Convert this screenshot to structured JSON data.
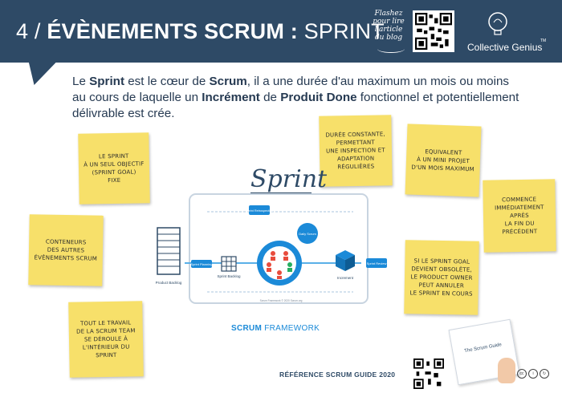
{
  "header": {
    "title_prefix": "4 / ",
    "title_bold": "ÉVÈNEMENTS SCRUM : ",
    "title_rest": "SPRINT",
    "flash_line1": "Flashez",
    "flash_line2": "pour lire",
    "flash_line3": "l'article",
    "flash_line4": "du blog",
    "brand": "Collective Genius",
    "brand_tm": "TM"
  },
  "intro": {
    "p1": "Le ",
    "b1": "Sprint",
    "p2": " est le cœur de ",
    "b2": "Scrum",
    "p3": ", il a une durée d'au maximum un mois ou moins au cours de laquelle un ",
    "b3": "Incrément",
    "p4": " de ",
    "b4": "Produit Done",
    "p5": " fonctionnel et potentiellement délivrable est crée."
  },
  "notes": {
    "goal": [
      "Le sprint",
      "à un seul objectif",
      "(sprint goal)",
      "fixe"
    ],
    "containers": [
      "Conteneurs",
      "des autres",
      "évènements Scrum"
    ],
    "work": [
      "Tout le travail",
      "de la Scrum Team",
      "se déroule à",
      "l'intérieur du sprint"
    ],
    "duration": [
      "Durée constante,",
      "permettant",
      "une inspection et",
      "adaptation régulières"
    ],
    "project": [
      "Equivalent",
      "à un mini projet",
      "d'un mois maximum"
    ],
    "start": [
      "Commence",
      "immédiatement après",
      "la fin du précédent"
    ],
    "cancel": [
      "Si le sprint goal",
      "devient obsolète,",
      "le product owner",
      "peut annuler",
      "le sprint en cours"
    ]
  },
  "diagram": {
    "heading": "Sprint",
    "retro": "Sprint Retrospective",
    "daily": "Daily Scrum",
    "planning": "Sprint Planning",
    "review": "Sprint Review",
    "product_backlog": "Product Backlog",
    "sprint_backlog": "Sprint Backlog",
    "increment": "Increment",
    "team": "Scrum Team",
    "copyright": "Scrum Framework © 2020 Scrum.org"
  },
  "footer": {
    "framework_bold": "SCRUM",
    "framework_rest": " FRAMEWORK",
    "reference": "RÉFÉRENCE SCRUM GUIDE 2020",
    "guide_title": "The Scrum Guide"
  },
  "colors": {
    "header": "#2e4a66",
    "note": "#f7e06a",
    "accent": "#1b8ad8"
  }
}
